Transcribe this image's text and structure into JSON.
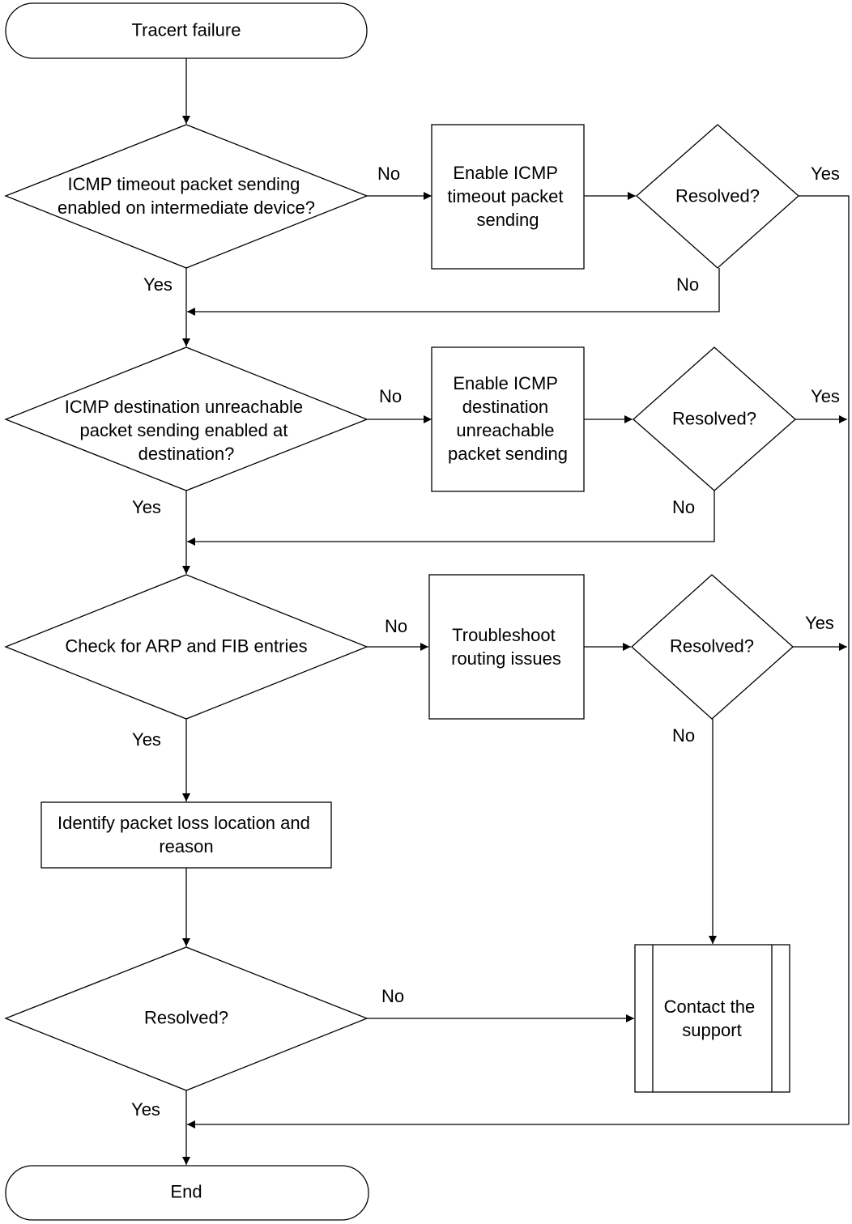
{
  "nodes": {
    "start": "Tracert failure",
    "q_timeout": [
      "ICMP timeout packet sending",
      "enabled on intermediate device?"
    ],
    "a_timeout": [
      "Enable ICMP",
      "timeout packet",
      "sending"
    ],
    "r1": "Resolved?",
    "q_unreach": [
      "ICMP destination unreachable",
      "packet sending enabled at",
      "destination?"
    ],
    "a_unreach": [
      "Enable ICMP",
      "destination",
      "unreachable",
      "packet sending"
    ],
    "r2": "Resolved?",
    "q_arp": "Check for ARP and FIB entries",
    "a_routing": [
      "Troubleshoot",
      "routing issues"
    ],
    "r3": "Resolved?",
    "identify": [
      "Identify packet loss location and",
      "reason"
    ],
    "r4": "Resolved?",
    "contact": [
      "Contact the",
      "support"
    ],
    "end": "End"
  },
  "labels": {
    "q_timeout_no": "No",
    "q_timeout_yes": "Yes",
    "r1_yes": "Yes",
    "r1_no": "No",
    "q_unreach_no": "No",
    "q_unreach_yes": "Yes",
    "r2_yes": "Yes",
    "r2_no": "No",
    "q_arp_no": "No",
    "q_arp_yes": "Yes",
    "r3_yes": "Yes",
    "r3_no": "No",
    "r4_no": "No",
    "r4_yes": "Yes"
  }
}
